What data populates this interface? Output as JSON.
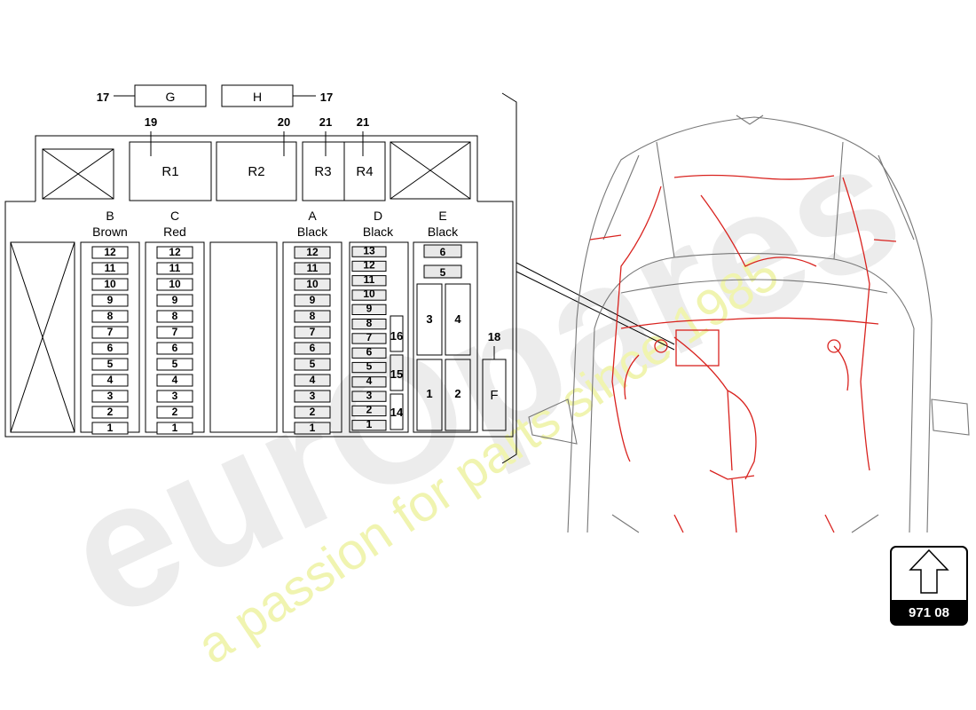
{
  "callouts": {
    "g_ref": "17",
    "h_ref": "17",
    "r1_ref": "19",
    "r2_ref": "20",
    "r3_ref": "21",
    "r4_ref": "21",
    "f_ref": "18",
    "d_sub_16": "16",
    "d_sub_15": "15",
    "d_sub_14": "14"
  },
  "top_boxes": {
    "g": "G",
    "h": "H"
  },
  "relays": {
    "r1": "R1",
    "r2": "R2",
    "r3": "R3",
    "r4": "R4"
  },
  "columns": {
    "b": {
      "letter": "B",
      "color": "Brown",
      "fuses": [
        "12",
        "11",
        "10",
        "9",
        "8",
        "7",
        "6",
        "5",
        "4",
        "3",
        "2",
        "1"
      ]
    },
    "c": {
      "letter": "C",
      "color": "Red",
      "fuses": [
        "12",
        "11",
        "10",
        "9",
        "8",
        "7",
        "6",
        "5",
        "4",
        "3",
        "2",
        "1"
      ]
    },
    "a": {
      "letter": "A",
      "color": "Black",
      "fuses": [
        "12",
        "11",
        "10",
        "9",
        "8",
        "7",
        "6",
        "5",
        "4",
        "3",
        "2",
        "1"
      ]
    },
    "d": {
      "letter": "D",
      "color": "Black",
      "fuses": [
        "13",
        "12",
        "11",
        "10",
        "9",
        "8",
        "7",
        "6",
        "5",
        "4",
        "3",
        "2",
        "1"
      ]
    },
    "e": {
      "letter": "E",
      "color": "Black",
      "small": [
        "6",
        "5"
      ],
      "large": [
        "3",
        "4",
        "1",
        "2"
      ]
    }
  },
  "f_box": {
    "label": "F"
  },
  "watermark": {
    "brand": "eurOpares",
    "slogan": "a passion for parts since 1985"
  },
  "badge": {
    "code": "971 08"
  },
  "colors": {
    "wire": "#d9231f",
    "watermark": "#e8e8e8",
    "slogan": "#eef3a0",
    "line": "#000000"
  }
}
